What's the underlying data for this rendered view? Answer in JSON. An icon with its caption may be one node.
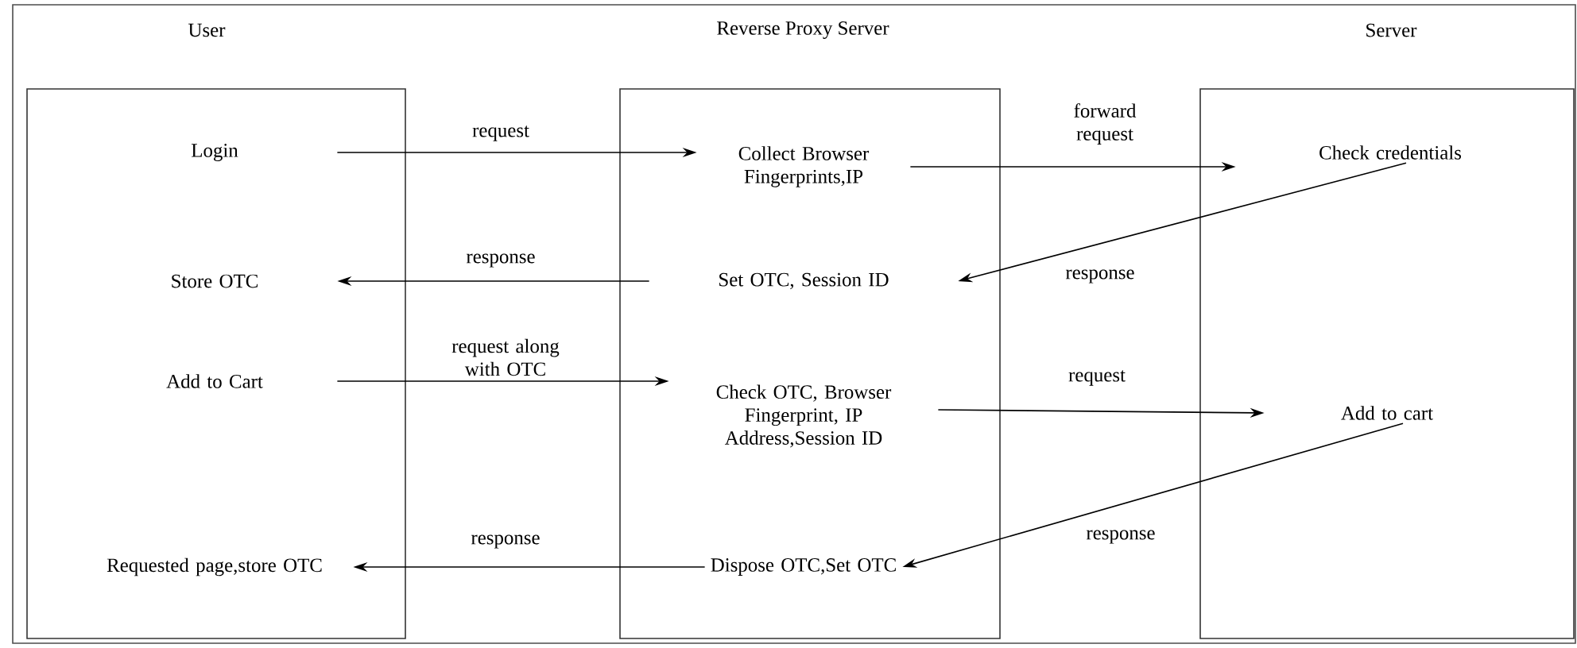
{
  "diagram": {
    "nodes": [
      {
        "text": [
          "User"
        ]
      },
      {
        "text": [
          "Reverse Proxy Server"
        ]
      },
      {
        "text": [
          "Server"
        ]
      },
      {
        "text": [
          "Login"
        ],
        "in": 0
      },
      {
        "text": [
          "Collect Browser Fingerprints,IP"
        ],
        "in": 1
      },
      {
        "text": [
          "Check credentials"
        ],
        "in": 2
      },
      {
        "text": [
          "Store OTC"
        ],
        "in": 0
      },
      {
        "text": [
          "Set OTC, Session ID"
        ],
        "in": 1
      },
      {
        "text": [
          "Add to Cart"
        ],
        "in": 0
      },
      {
        "text": [
          "Check OTC, Browser Fingerprint, IP Address,Session ID"
        ],
        "in": 1
      },
      {
        "text": [
          "Add to cart"
        ],
        "in": 2
      },
      {
        "text": [
          "Requested page,store OTC"
        ],
        "in": 0
      },
      {
        "text": [
          "Dispose OTC,Set OTC"
        ],
        "in": 1
      }
    ],
    "edges": [
      {
        "from": 3,
        "to": 4,
        "arrow": "to",
        "label": "request"
      },
      {
        "from": 4,
        "to": 5,
        "arrow": "to",
        "label": "forward request"
      },
      {
        "from": 5,
        "to": 7,
        "arrow": "to",
        "label": "response"
      },
      {
        "from": 7,
        "to": 6,
        "arrow": "to",
        "label": "response"
      },
      {
        "from": 8,
        "to": 9,
        "arrow": "to",
        "label": "request along with OTC"
      },
      {
        "from": 9,
        "to": 10,
        "arrow": "to",
        "label": "request"
      },
      {
        "from": 10,
        "to": 12,
        "arrow": "to",
        "label": "response"
      },
      {
        "from": 12,
        "to": 11,
        "arrow": "to",
        "label": "response"
      }
    ]
  }
}
